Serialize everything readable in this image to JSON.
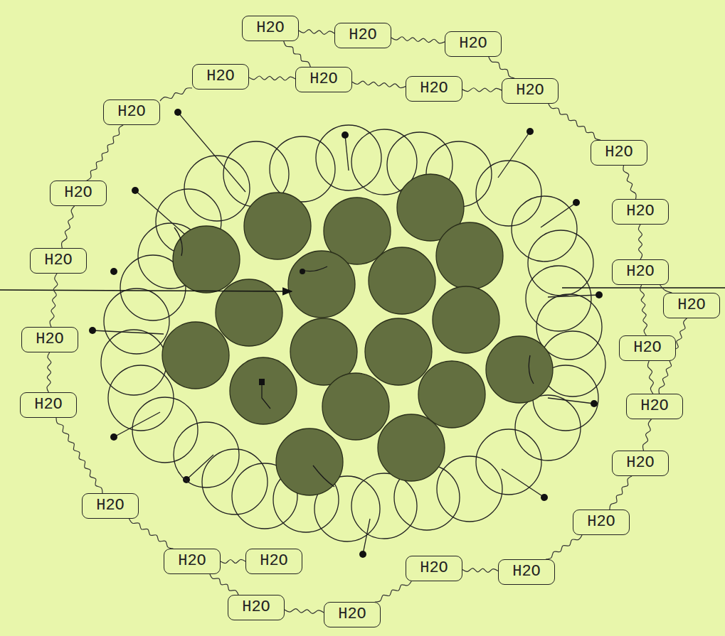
{
  "diagram": {
    "nodes": [
      {
        "text": [
          "H2O"
        ]
      },
      {
        "text": [
          "H2O"
        ]
      },
      {
        "text": [
          "H2O"
        ]
      },
      {
        "text": [
          "H2O"
        ]
      },
      {
        "text": [
          "H2O"
        ]
      },
      {
        "text": [
          "H2O"
        ]
      },
      {
        "text": [
          "H2O"
        ]
      },
      {
        "text": [
          "H2O"
        ]
      },
      {
        "text": [
          "H2O"
        ]
      },
      {
        "text": [
          "H2O"
        ]
      },
      {
        "text": [
          "H2O"
        ]
      },
      {
        "text": [
          "H2O"
        ]
      },
      {
        "text": [
          "H2O"
        ]
      },
      {
        "text": [
          "H2O"
        ]
      },
      {
        "text": [
          "H2O"
        ]
      },
      {
        "text": [
          "H2O"
        ]
      },
      {
        "text": [
          "H2O"
        ]
      },
      {
        "text": [
          "H2O"
        ]
      },
      {
        "text": [
          "H2O"
        ]
      },
      {
        "text": [
          "H2O"
        ]
      },
      {
        "text": [
          "H2O"
        ]
      },
      {
        "text": [
          "H2O"
        ]
      },
      {
        "text": [
          "H2O"
        ]
      },
      {
        "text": [
          "H2O"
        ]
      },
      {
        "text": [
          "H2O"
        ]
      },
      {
        "text": [
          "H2O"
        ]
      },
      {
        "text": [
          "H2O"
        ]
      }
    ],
    "edges": [
      {
        "from": 0,
        "to": 1,
        "arrow": "none"
      },
      {
        "from": 1,
        "to": 2,
        "arrow": "none"
      },
      {
        "from": 0,
        "to": 4,
        "arrow": "none"
      },
      {
        "from": 2,
        "to": 6,
        "arrow": "none"
      },
      {
        "from": 3,
        "to": 4,
        "arrow": "none"
      },
      {
        "from": 4,
        "to": 5,
        "arrow": "none"
      },
      {
        "from": 5,
        "to": 6,
        "arrow": "none"
      },
      {
        "from": 3,
        "to": 7,
        "arrow": "none"
      },
      {
        "from": 7,
        "to": 9,
        "arrow": "none"
      },
      {
        "from": 6,
        "to": 8,
        "arrow": "none"
      },
      {
        "from": 8,
        "to": 10,
        "arrow": "none"
      },
      {
        "from": 10,
        "to": 12,
        "arrow": "none"
      },
      {
        "from": 9,
        "to": 11,
        "arrow": "none"
      },
      {
        "from": 11,
        "to": 14,
        "arrow": "none"
      },
      {
        "from": 12,
        "to": 13,
        "arrow": "none"
      },
      {
        "from": 12,
        "to": 15,
        "arrow": "none"
      },
      {
        "from": 13,
        "to": 17,
        "arrow": "none"
      },
      {
        "from": 14,
        "to": 16,
        "arrow": "none"
      },
      {
        "from": 15,
        "to": 17,
        "arrow": "none"
      },
      {
        "from": 17,
        "to": 18,
        "arrow": "none"
      },
      {
        "from": 18,
        "to": 20,
        "arrow": "none"
      },
      {
        "from": 16,
        "to": 19,
        "arrow": "none"
      },
      {
        "from": 19,
        "to": 21,
        "arrow": "none"
      },
      {
        "from": 21,
        "to": 22,
        "arrow": "none"
      },
      {
        "from": 21,
        "to": 25,
        "arrow": "none"
      },
      {
        "from": 25,
        "to": 26,
        "arrow": "none"
      },
      {
        "from": 26,
        "to": 23,
        "arrow": "none"
      },
      {
        "from": 23,
        "to": 24,
        "arrow": "none"
      },
      {
        "from": 24,
        "to": 20,
        "arrow": "none"
      }
    ]
  }
}
